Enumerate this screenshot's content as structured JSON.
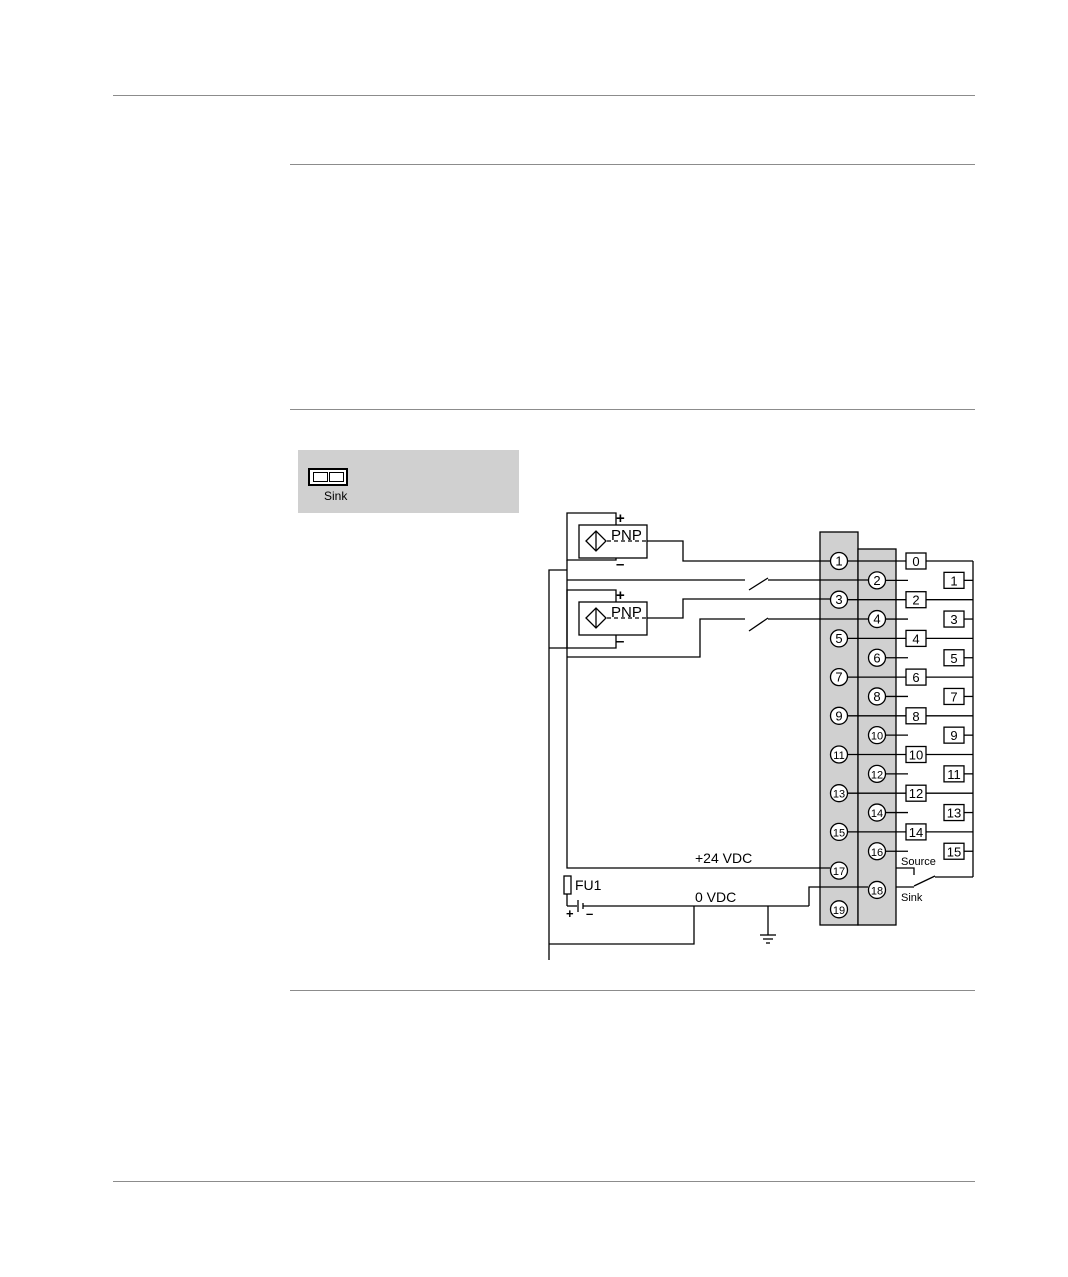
{
  "switch_panel": {
    "label": "Sink"
  },
  "sensors": [
    {
      "type": "PNP",
      "plus": "+",
      "minus": "–"
    },
    {
      "type": "PNP",
      "plus": "+",
      "minus": "–"
    }
  ],
  "terminal_numbers": [
    "1",
    "2",
    "3",
    "4",
    "5",
    "6",
    "7",
    "8",
    "9",
    "10",
    "11",
    "12",
    "13",
    "14",
    "15",
    "16",
    "17",
    "18",
    "19"
  ],
  "input_numbers": [
    "0",
    "1",
    "2",
    "3",
    "4",
    "5",
    "6",
    "7",
    "8",
    "9",
    "10",
    "11",
    "12",
    "13",
    "14",
    "15"
  ],
  "labels": {
    "plus_24": "+24 VDC",
    "zero_v": "0 VDC",
    "fuse": "FU1",
    "source": "Source",
    "sink": "Sink",
    "supply_plus": "+",
    "supply_minus": "–"
  }
}
